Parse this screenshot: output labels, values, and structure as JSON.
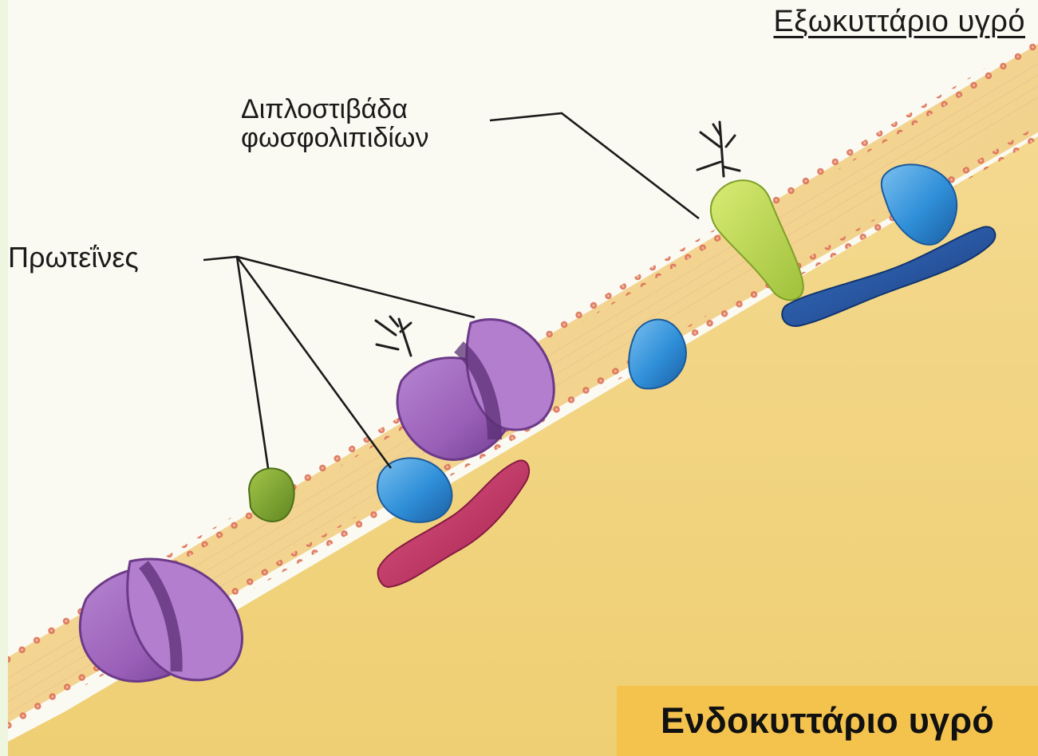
{
  "labels": {
    "extracellular": "Εξωκυττάριο υγρό",
    "bilayer_line1": "Διπλοστιβάδα",
    "bilayer_line2": "φωσφολιπιδίων",
    "proteins": "Πρωτεΐνες",
    "intracellular": "Ενδοκυττάριο υγρό"
  },
  "colors": {
    "page_border": "#eef6df",
    "extracellular_background": "#fbfaf2",
    "intracellular_fluid": "#f0d07a",
    "membrane_core": "#f1d08d",
    "membrane_head": "#d86e5a",
    "purple_protein": "#9a5fb8",
    "blue_protein": "#2f8fd8",
    "green_protein": "#7ea52b",
    "yellow_green_protein": "#b7d64f",
    "magenta_peripheral_protein": "#c0305f",
    "navy_peripheral_protein": "#1d4f9d",
    "label_box": "#f3c34d"
  }
}
